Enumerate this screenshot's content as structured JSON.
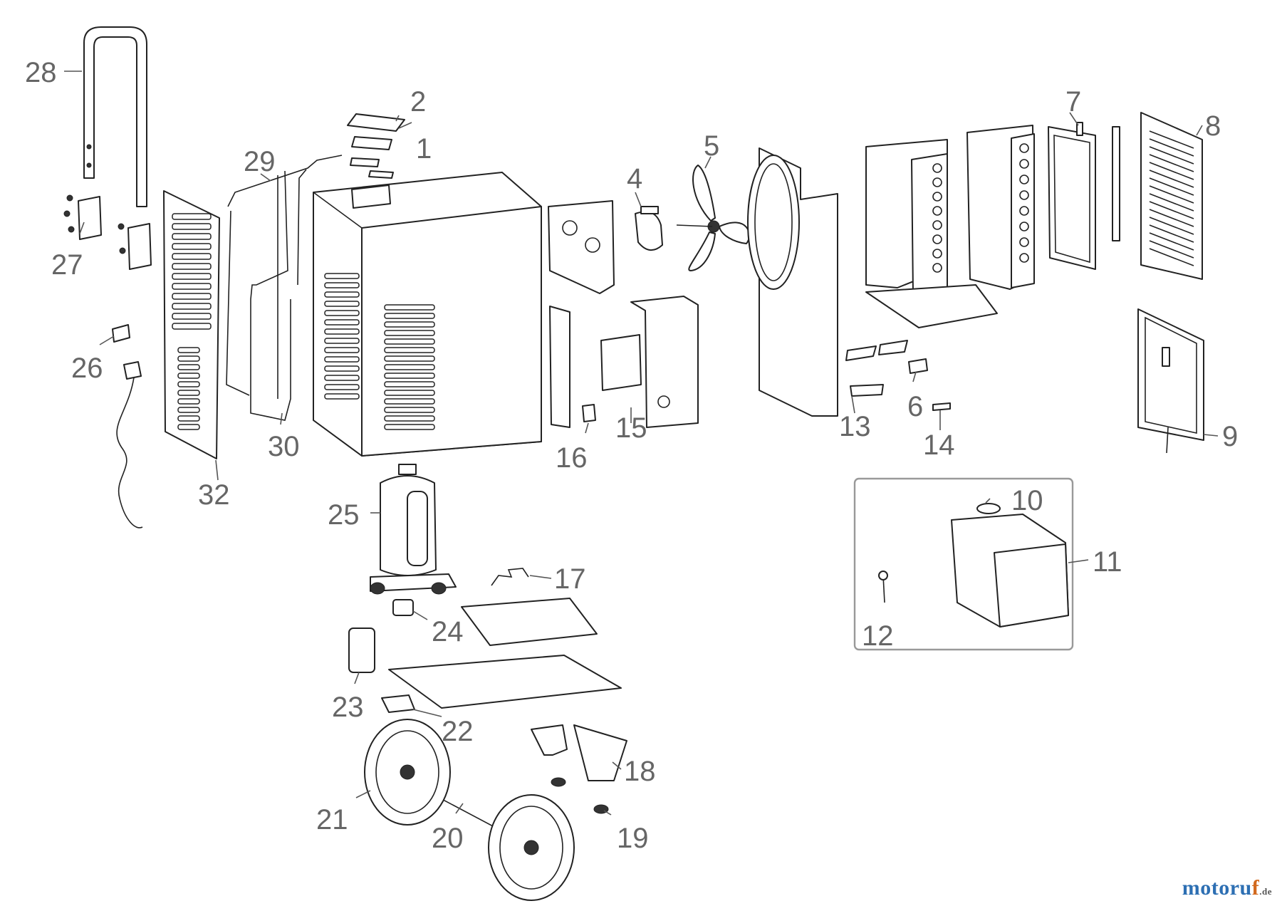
{
  "diagram": {
    "callouts": [
      {
        "id": "1",
        "label": "1"
      },
      {
        "id": "2",
        "label": "2"
      },
      {
        "id": "4",
        "label": "4"
      },
      {
        "id": "5",
        "label": "5"
      },
      {
        "id": "6",
        "label": "6"
      },
      {
        "id": "7",
        "label": "7"
      },
      {
        "id": "8",
        "label": "8"
      },
      {
        "id": "9",
        "label": "9"
      },
      {
        "id": "10",
        "label": "10"
      },
      {
        "id": "11",
        "label": "11"
      },
      {
        "id": "12",
        "label": "12"
      },
      {
        "id": "13",
        "label": "13"
      },
      {
        "id": "14",
        "label": "14"
      },
      {
        "id": "15",
        "label": "15"
      },
      {
        "id": "16",
        "label": "16"
      },
      {
        "id": "17",
        "label": "17"
      },
      {
        "id": "18",
        "label": "18"
      },
      {
        "id": "19",
        "label": "19"
      },
      {
        "id": "20",
        "label": "20"
      },
      {
        "id": "21",
        "label": "21"
      },
      {
        "id": "22",
        "label": "22"
      },
      {
        "id": "23",
        "label": "23"
      },
      {
        "id": "24",
        "label": "24"
      },
      {
        "id": "25",
        "label": "25"
      },
      {
        "id": "26",
        "label": "26"
      },
      {
        "id": "27",
        "label": "27"
      },
      {
        "id": "28",
        "label": "28"
      },
      {
        "id": "29",
        "label": "29"
      },
      {
        "id": "30",
        "label": "30"
      },
      {
        "id": "32",
        "label": "32"
      }
    ]
  },
  "watermark": {
    "main": "motoru",
    "end": "f",
    "tld": ".de"
  },
  "colors": {
    "line": "#222222",
    "label": "#666666",
    "watermark_blue": "#2d6fb3",
    "watermark_orange": "#d2691e"
  }
}
